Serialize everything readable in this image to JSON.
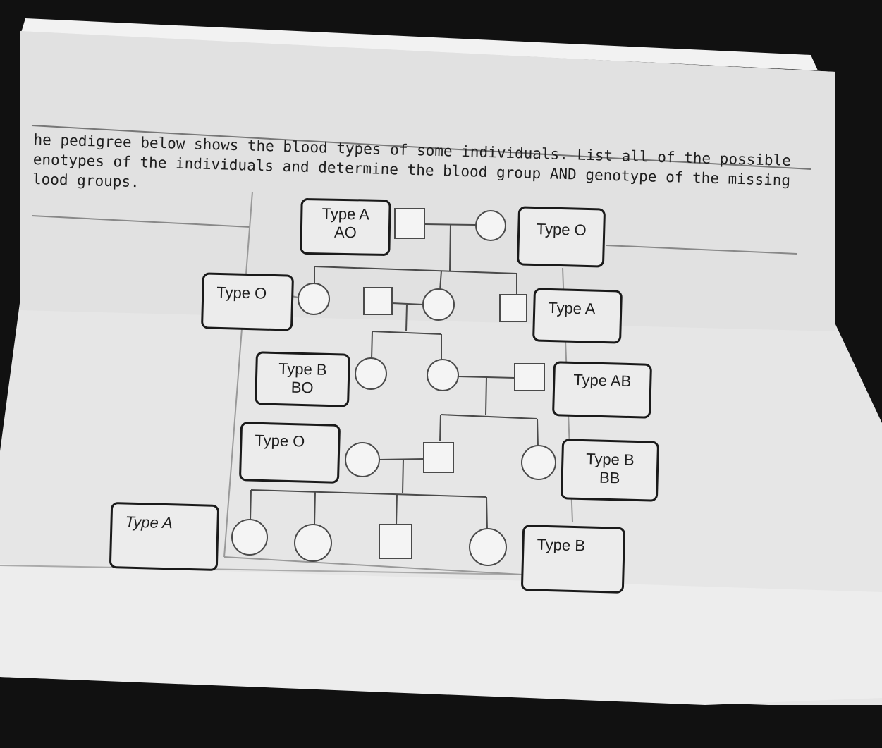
{
  "instructions": {
    "line1": "he pedigree below shows the blood types of some individuals. List all of the possible",
    "line2": "enotypes of the individuals and determine the blood group AND genotype of the missing",
    "line3": "lood groups."
  },
  "labels": [
    {
      "blood_type": "Type A",
      "genotype": "AO"
    },
    {
      "blood_type": "Type O",
      "genotype": ""
    },
    {
      "blood_type": "Type O",
      "genotype": ""
    },
    {
      "blood_type": "Type A",
      "genotype": ""
    },
    {
      "blood_type": "Type B",
      "genotype": "BO"
    },
    {
      "blood_type": "Type AB",
      "genotype": ""
    },
    {
      "blood_type": "Type O",
      "genotype": ""
    },
    {
      "blood_type": "Type B",
      "genotype": "BB"
    },
    {
      "blood_type": "Type A",
      "genotype": ""
    },
    {
      "blood_type": "Type B",
      "genotype": ""
    }
  ],
  "colors": {
    "background": "#111111",
    "paper": "#e9e9e9",
    "ink": "#1e1e1e"
  }
}
